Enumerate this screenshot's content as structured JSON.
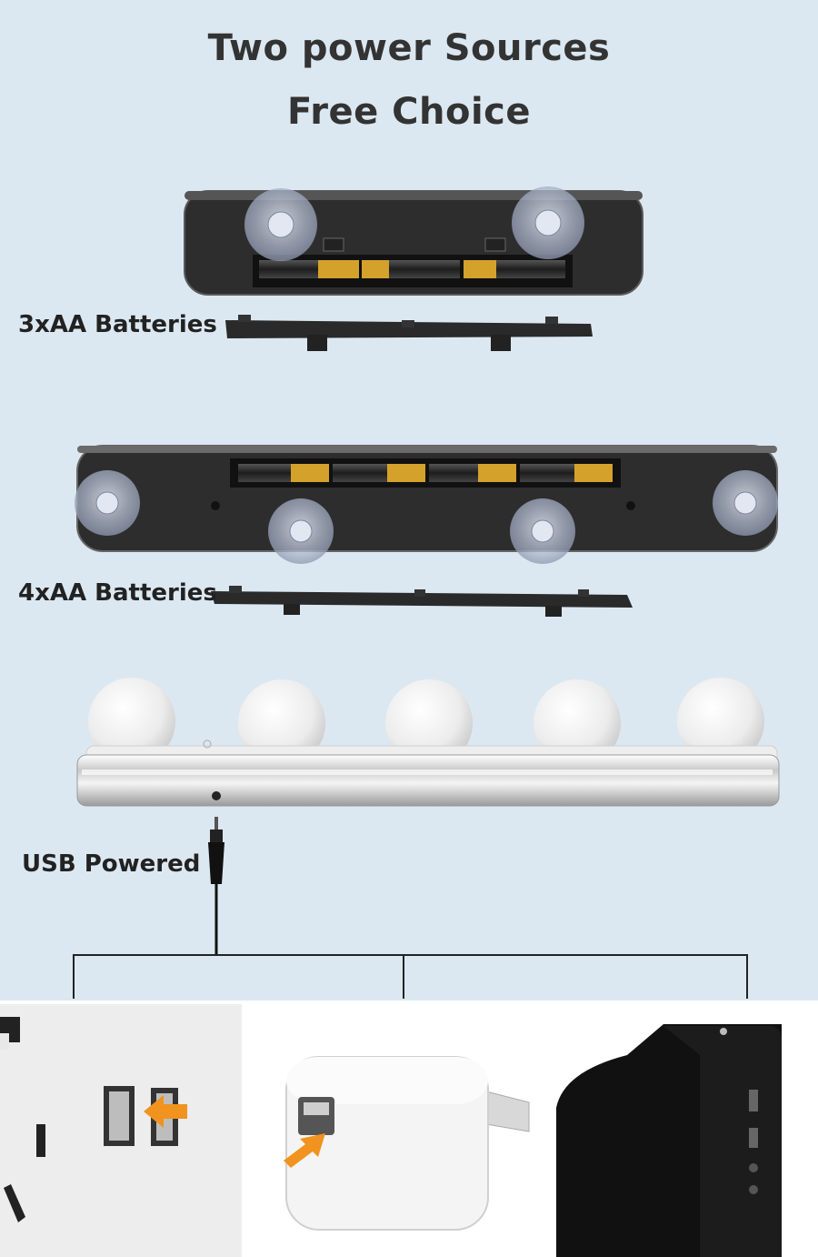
{
  "headline": {
    "line1": "Two power Sources",
    "line2": "Free Choice"
  },
  "labels": {
    "three_aa": "3xAA Batteries",
    "four_aa": "4xAA Batteries",
    "usb": "USB Powered"
  },
  "power_options": [
    "wall-socket-usb",
    "usb-charger-adapter",
    "computer-usb-port"
  ],
  "colors": {
    "background": "#dce8f1",
    "device_body": "#2b2b2b",
    "battery_gold": "#d4a22a",
    "arrow_orange": "#f0931f"
  }
}
